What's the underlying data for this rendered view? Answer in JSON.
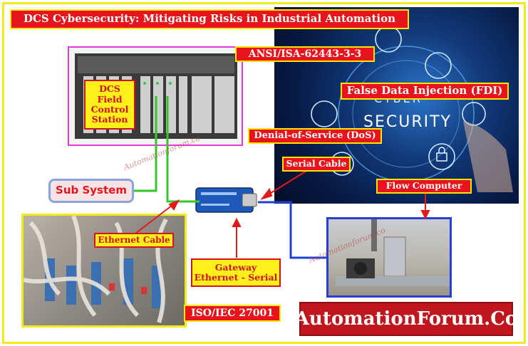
{
  "title": "DCS Cybersecurity: Mitigating Risks in Industrial Automation",
  "labels": {
    "standard_isa": "ANSI/ISA-62443-3-3",
    "fdi": "False Data Injection (FDI)",
    "dos": "Denial-of-Service (DoS)",
    "dcs_station_line1": "DCS",
    "dcs_station_line2": "Field",
    "dcs_station_line3": "Control",
    "dcs_station_line4": "Station",
    "serial_cable": "Serial Cable",
    "flow_computer": "Flow Computer",
    "sub_system": "Sub System",
    "ethernet_cable": "Ethernet Cable",
    "gateway_line1": "Gateway",
    "gateway_line2": "Ethernet - Serial",
    "standard_iso": "ISO/IEC 27001",
    "brand": "AutomationForum.Co",
    "cyber_word1": "CYBER",
    "cyber_word2": "SECURITY",
    "watermark": "Automationforum.co"
  },
  "colors": {
    "frame": "#f4ea1a",
    "label_red": "#e8141b",
    "label_yellow": "#ffef1a",
    "green_wire": "#37c52a",
    "blue_wire": "#1f3fd6",
    "red_arrow": "#e11a1a",
    "dcs_border": "#e23ad6",
    "flow_border": "#2a3fd0",
    "brand_bg": "#c0161d"
  }
}
